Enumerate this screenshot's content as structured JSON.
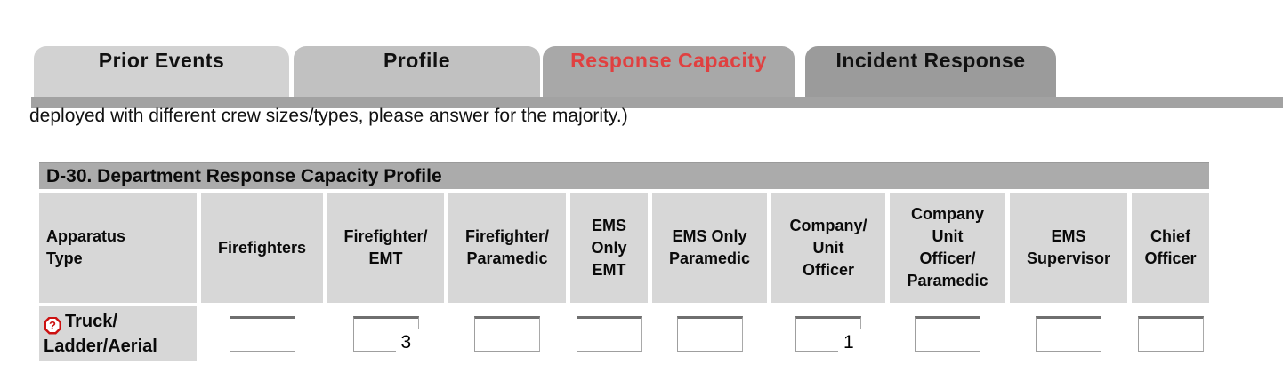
{
  "tabs": [
    {
      "label": "Prior Events",
      "active": false
    },
    {
      "label": "Profile",
      "active": false
    },
    {
      "label": "Response Capacity",
      "active": true
    },
    {
      "label": "Incident Response",
      "active": false
    }
  ],
  "intro_text": "deployed with different crew sizes/types, please answer for the majority.)",
  "table": {
    "title": "D-30. Department Response Capacity Profile",
    "columns": [
      "Apparatus\nType",
      "Firefighters",
      "Firefighter/\nEMT",
      "Firefighter/\nParamedic",
      "EMS\nOnly\nEMT",
      "EMS Only\nParamedic",
      "Company/\nUnit\nOfficer",
      "Company\nUnit\nOfficer/\nParamedic",
      "EMS\nSupervisor",
      "Chief\nOfficer"
    ],
    "row": {
      "help_icon": "?",
      "label": "Truck/\nLadder/Aerial",
      "values": [
        "",
        "3",
        "",
        "",
        "",
        "1",
        "",
        "",
        ""
      ]
    }
  },
  "colors": {
    "tab_prior_bg": "#d2d2d2",
    "tab_profile_bg": "#c1c1c1",
    "tab_response_bg": "#a8a8a8",
    "tab_incident_bg": "#9b9b9b",
    "tab_bar": "#a2a2a2",
    "active_tab_text": "#e04040",
    "table_title_bg": "#ababab",
    "cell_bg": "#d7d7d7",
    "help_icon_red": "#cc1111"
  }
}
